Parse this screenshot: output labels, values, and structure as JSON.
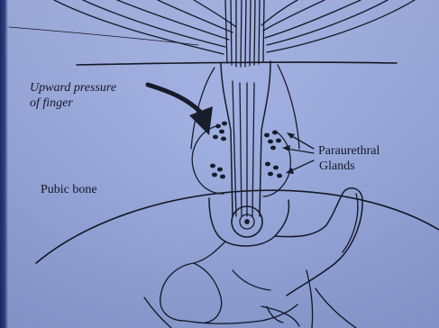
{
  "labels": {
    "upward_line1": "Upward pressure",
    "upward_line2": "of finger",
    "paraurethral_line1": "Paraurethral",
    "paraurethral_line2": "Glands",
    "pubic_bone": "Pubic bone"
  },
  "colors": {
    "background": "#9fb0e0",
    "ink": "#0e1220",
    "frame": "#1d2a63"
  }
}
